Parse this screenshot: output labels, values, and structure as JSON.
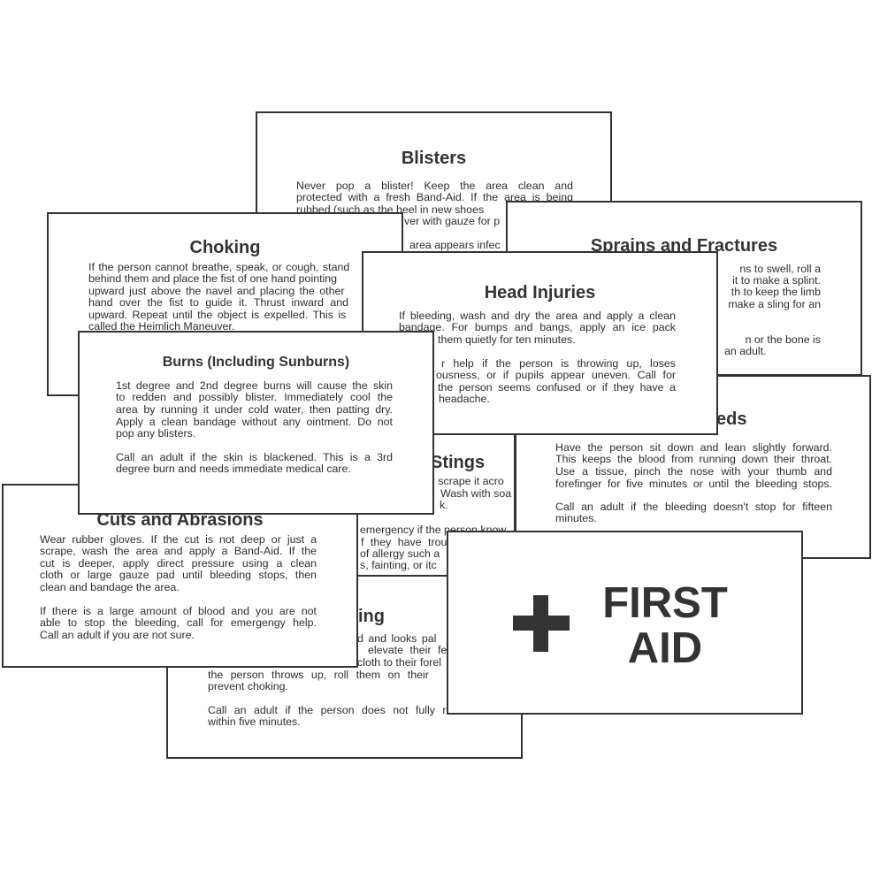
{
  "cards": {
    "blisters": {
      "title": "Blisters",
      "lines": [
        "Never pop a blister! Keep the area clean and",
        "protected with a fresh Band-Aid. If the area is being",
        "rubbed (such as the heel in new shoes",
        "ver with gauze for p",
        "area appears infec"
      ]
    },
    "sprains": {
      "title": "Sprains and Fractures",
      "lines": [
        "ns to swell, roll a",
        "it to make a splint.",
        "th to keep the limb",
        "make a sling for an",
        "n or the bone is",
        "an adult."
      ]
    },
    "choking": {
      "title": "Choking",
      "lines": [
        "If the person cannot breathe, speak, or cough, stand",
        "behind them and place the fist of one hand pointing",
        "upward just above the navel and placing the other",
        "hand over the fist to guide it. Thrust inward and",
        "upward. Repeat until the object is expelled. This is",
        "called the Heimlich Maneuver."
      ]
    },
    "nosebleeds": {
      "title": "eds",
      "lines": [
        "Have the person sit down and lean slightly forward.",
        "This keeps the blood from running down their throat.",
        "Use a tissue, pinch the nose with your thumb and",
        "forefinger for five minutes or until the bleeding stops.",
        "Call an adult if the bleeding doesn't stop for fifteen",
        "minutes."
      ]
    },
    "head": {
      "title": "Head Injuries",
      "lines": [
        "If bleeding, wash and dry the area and apply a clean",
        "bandage. For bumps and bangs, apply an ice pack",
        "them quietly for ten minutes.",
        "r help if the person is throwing up, loses",
        "ousness, or if pupils appear uneven. Call for",
        "the person seems confused or if they have a",
        "headache."
      ]
    },
    "stings": {
      "title": "Stings",
      "lines": [
        "d scrape it acro",
        "Wash with soa",
        "k.",
        "emergency if the person know",
        "f they have trou",
        "of allergy such a",
        "s, fainting, or itc"
      ]
    },
    "fainting": {
      "title": "ing",
      "lines": [
        "d and looks pal",
        "elevate their fe",
        "cloth to their forel",
        "the person throws up, roll them on their",
        "prevent choking.",
        "Call an adult if the person does not fully r",
        "within five minutes."
      ]
    },
    "cuts": {
      "title": "Cuts and Abrasions",
      "lines": [
        "Wear rubber gloves. If the cut is not deep or just a",
        "scrape, wash the area and apply a Band-Aid. If the",
        "cut is deeper, apply direct pressure using a clean",
        "cloth or large gauze pad until bleeding stops, then",
        "clean and bandage the area.",
        "If there is a large amount of blood and you are not",
        "able to stop the bleeding, call for emergengy help.",
        "Call an adult if you are not sure."
      ]
    },
    "burns": {
      "title": "Burns (Including Sunburns)",
      "lines": [
        "1st degree and 2nd degree burns will cause the skin",
        "to redden and possibly blister. Immediately cool the",
        "area by running it under cold water, then patting dry.",
        "Apply a clean bandage without any ointment. Do not",
        "pop any blisters.",
        "Call an adult if the skin is blackened. This is a 3rd",
        "degree burn and needs immediate medical care."
      ]
    },
    "first_aid": {
      "line1": "FIRST",
      "line2": "AID",
      "icon": "plus-icon"
    }
  },
  "colors": {
    "ink": "#333333",
    "background": "#ffffff"
  }
}
